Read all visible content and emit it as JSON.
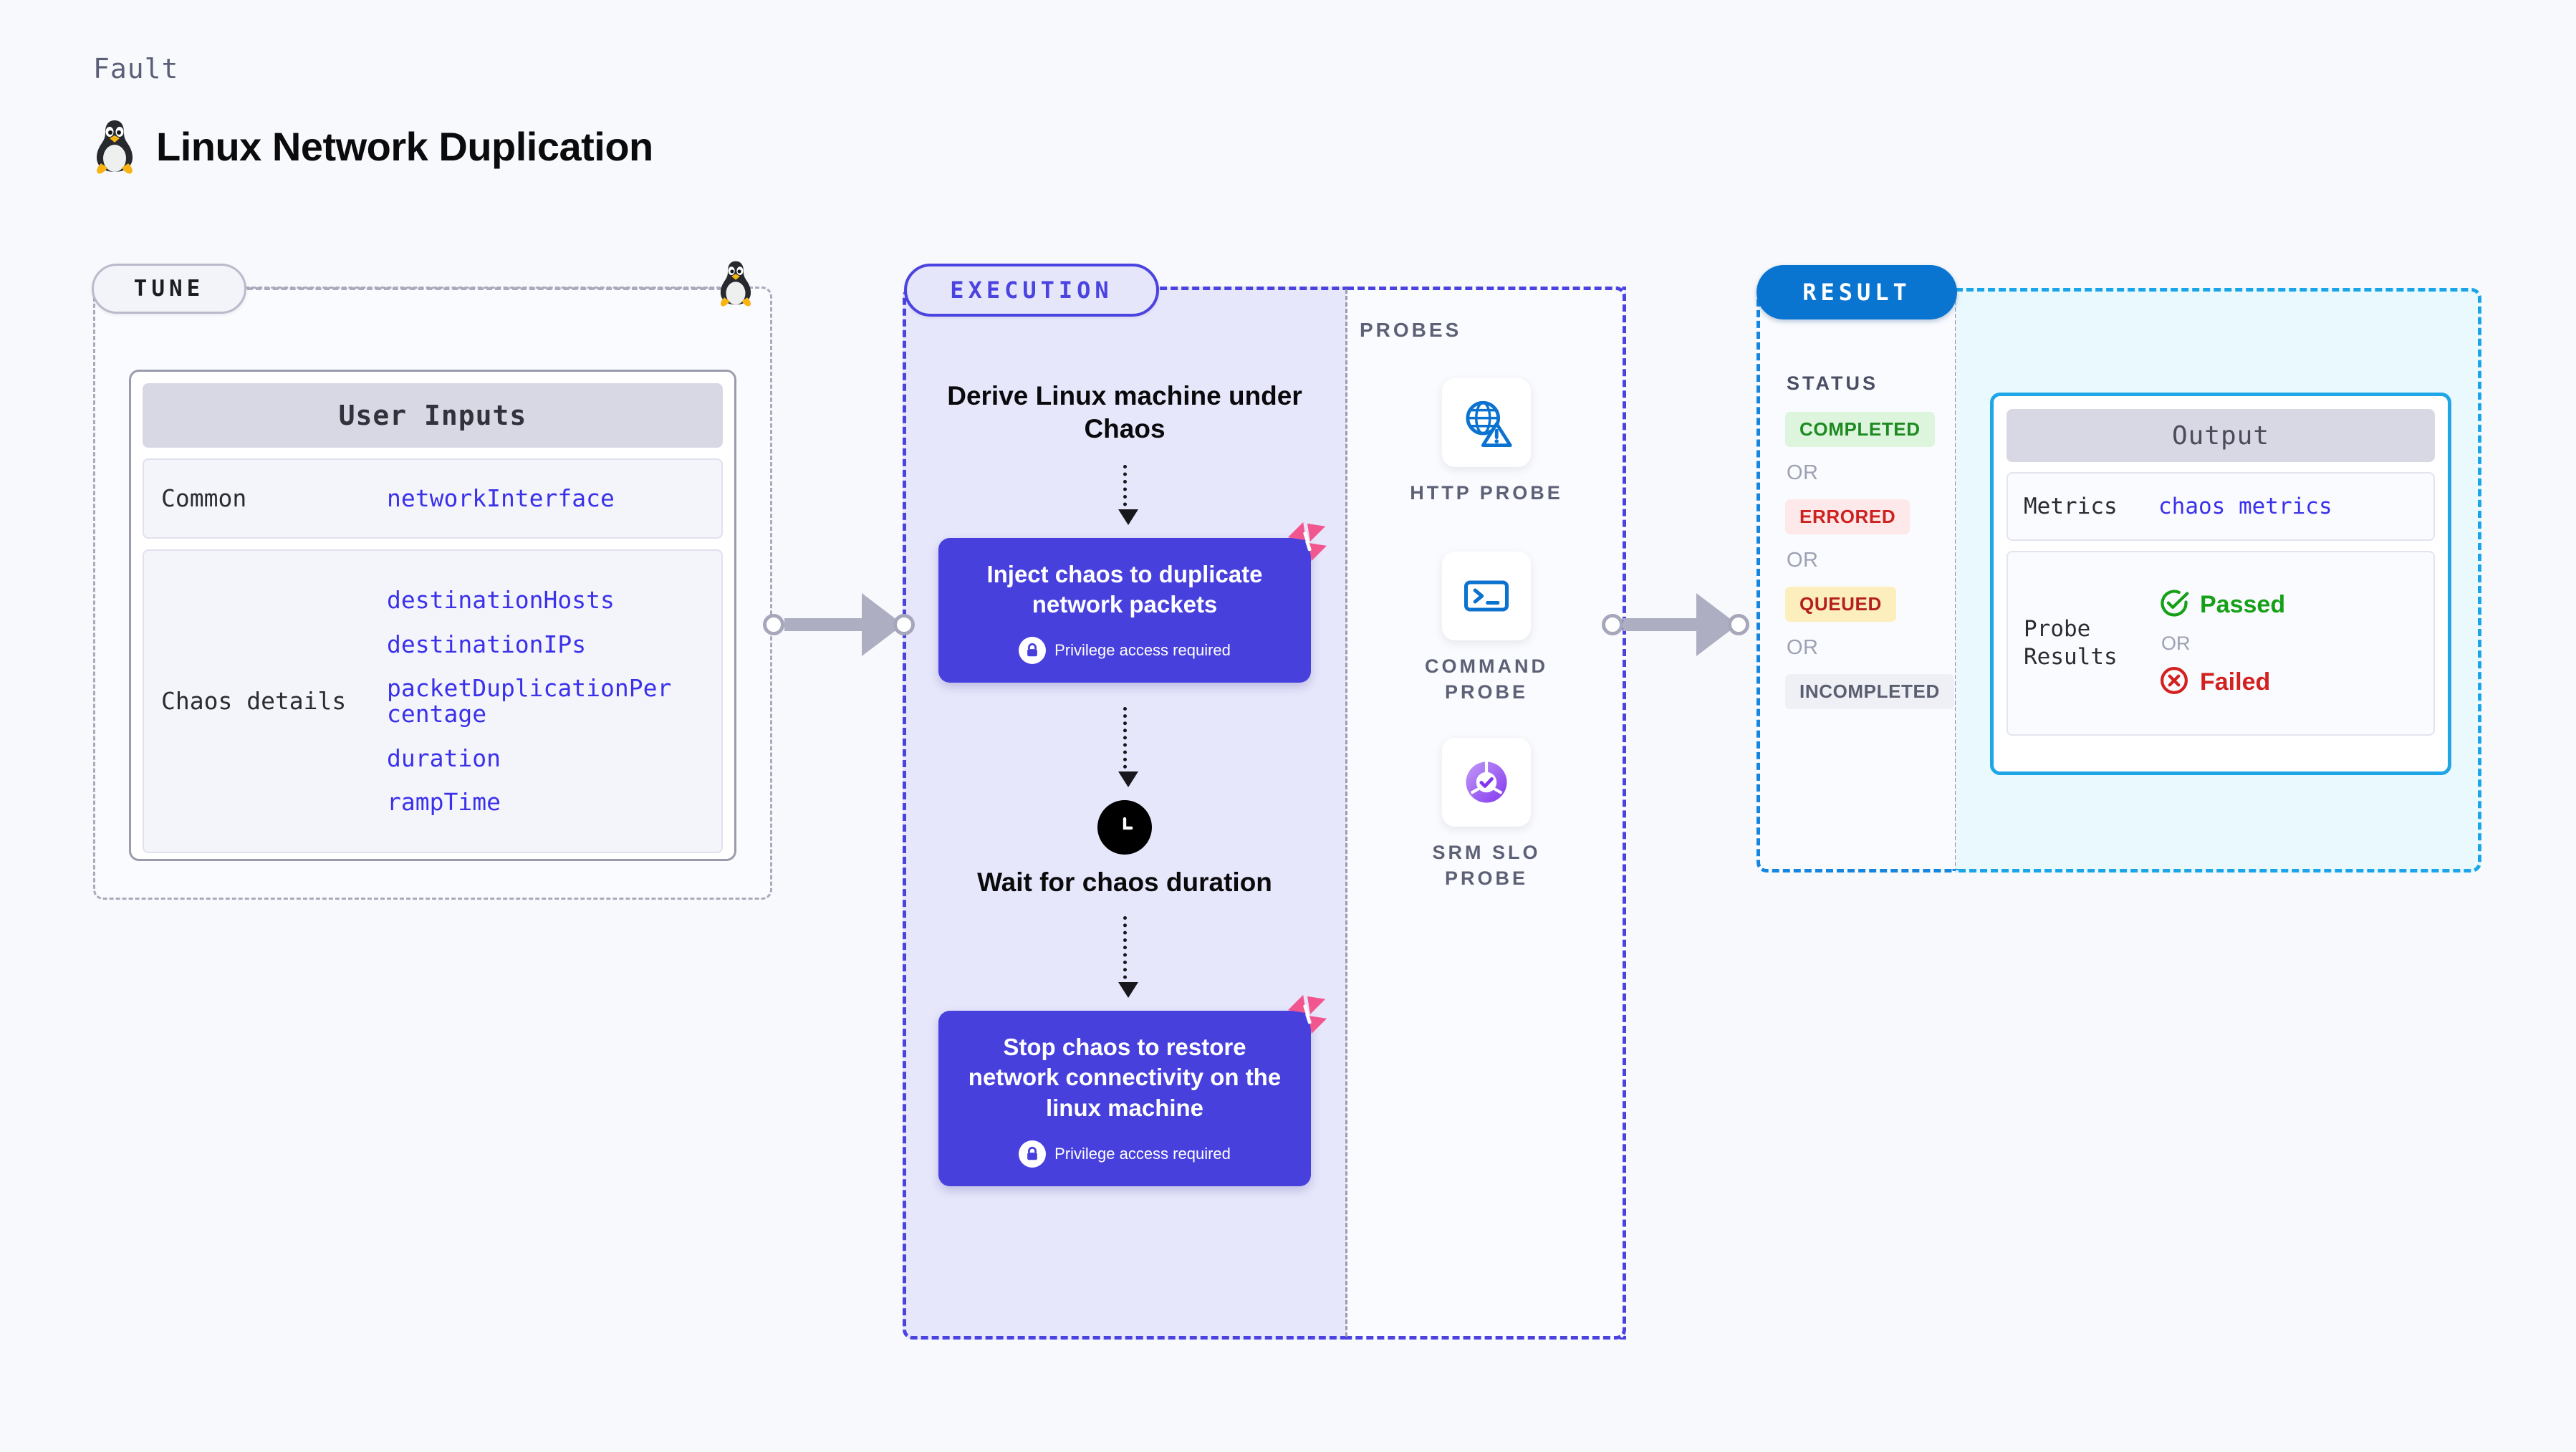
{
  "header": {
    "kicker": "Fault",
    "title": "Linux Network Duplication",
    "icon": "linux-tux-icon"
  },
  "tune": {
    "pill_label": "TUNE",
    "edge_icon": "linux-tux-icon",
    "card_title": "User Inputs",
    "rows": [
      {
        "key": "Common",
        "values": [
          "networkInterface"
        ]
      },
      {
        "key": "Chaos details",
        "values": [
          "destinationHosts",
          "destinationIPs",
          "packetDuplicationPercentage",
          "duration",
          "rampTime"
        ]
      }
    ]
  },
  "execution": {
    "pill_label": "EXECUTION",
    "steps": [
      {
        "type": "title",
        "text": "Derive Linux machine under Chaos"
      },
      {
        "type": "chaos-card",
        "text": "Inject chaos to duplicate network packets",
        "privilege": "Privilege access required",
        "lock_icon": "lock-icon",
        "brand_icon": "harness-logo-icon"
      },
      {
        "type": "clock",
        "icon": "clock-icon",
        "text": "Wait for chaos duration"
      },
      {
        "type": "chaos-card",
        "text": "Stop chaos to restore network connectivity on the linux machine",
        "privilege": "Privilege access required",
        "lock_icon": "lock-icon",
        "brand_icon": "harness-logo-icon"
      }
    ]
  },
  "probes": {
    "label": "PROBES",
    "items": [
      {
        "caption": "HTTP PROBE",
        "icon": "http-probe-icon"
      },
      {
        "caption": "COMMAND PROBE",
        "icon": "command-probe-icon"
      },
      {
        "caption": "SRM SLO PROBE",
        "icon": "srm-slo-probe-icon"
      }
    ]
  },
  "result": {
    "pill_label": "RESULT",
    "status_label": "STATUS",
    "or_label": "OR",
    "statuses": [
      {
        "label": "COMPLETED",
        "variant": "completed"
      },
      {
        "label": "ERRORED",
        "variant": "errored"
      },
      {
        "label": "QUEUED",
        "variant": "queued"
      },
      {
        "label": "INCOMPLETED",
        "variant": "incompleted"
      }
    ],
    "output": {
      "card_title": "Output",
      "metrics_key": "Metrics",
      "metrics_value": "chaos metrics",
      "probe_results_key": "Probe Results",
      "passed_label": "Passed",
      "failed_label": "Failed",
      "or_label": "OR",
      "passed_icon": "check-circle-icon",
      "failed_icon": "x-circle-icon"
    }
  },
  "colors": {
    "background": "#f8f9fc",
    "execution_accent": "#4b43e0",
    "execution_fill": "#e7e7fb",
    "result_accent": "#0a74d1",
    "output_accent": "#1fa6e6",
    "output_fill": "#eaf9fe",
    "chaos_card": "#4840dd",
    "brand_pink": "#f2568f",
    "mono_value": "#3b31ea",
    "passed": "#16a018",
    "failed": "#d32020",
    "queued": "#b41f1f",
    "connector": "#adaec2"
  }
}
